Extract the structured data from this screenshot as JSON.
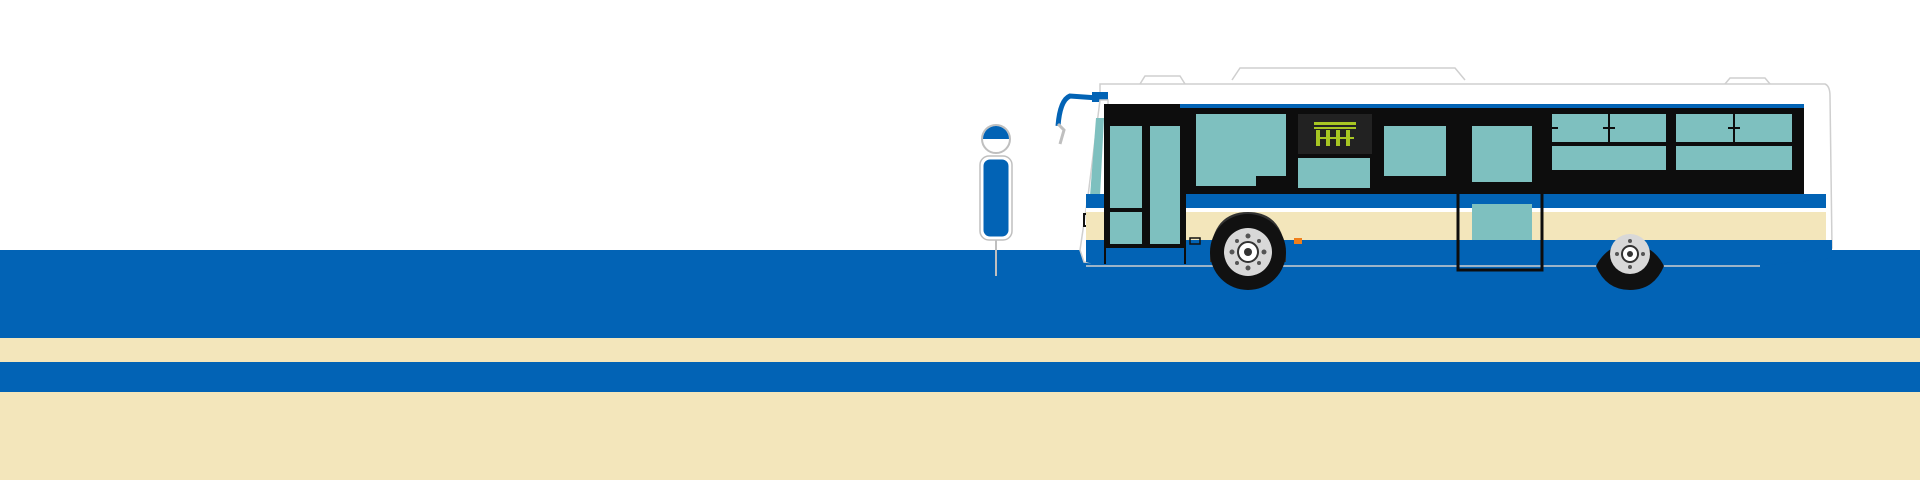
{
  "colors": {
    "background": "#ffffff",
    "livery_blue": "#0263B5",
    "livery_cream": "#F3E6BB",
    "glass": "#7EC0BF",
    "window_frame": "#0d0d0d",
    "roof_white": "#ffffff",
    "outline_gray": "#cfcfcf",
    "tire_black": "#111111",
    "hubcap_gray": "#d8d8d8",
    "destination_led": "#A7C623",
    "marker_orange": "#F07F1A"
  },
  "scene": {
    "bands": [
      "livery_blue",
      "livery_cream",
      "livery_blue",
      "livery_cream"
    ],
    "bus_stop": {
      "sign_top": "livery_blue",
      "pole": "livery_blue"
    },
    "bus": {
      "destination_sign": "destination-sign-led-icon"
    }
  }
}
